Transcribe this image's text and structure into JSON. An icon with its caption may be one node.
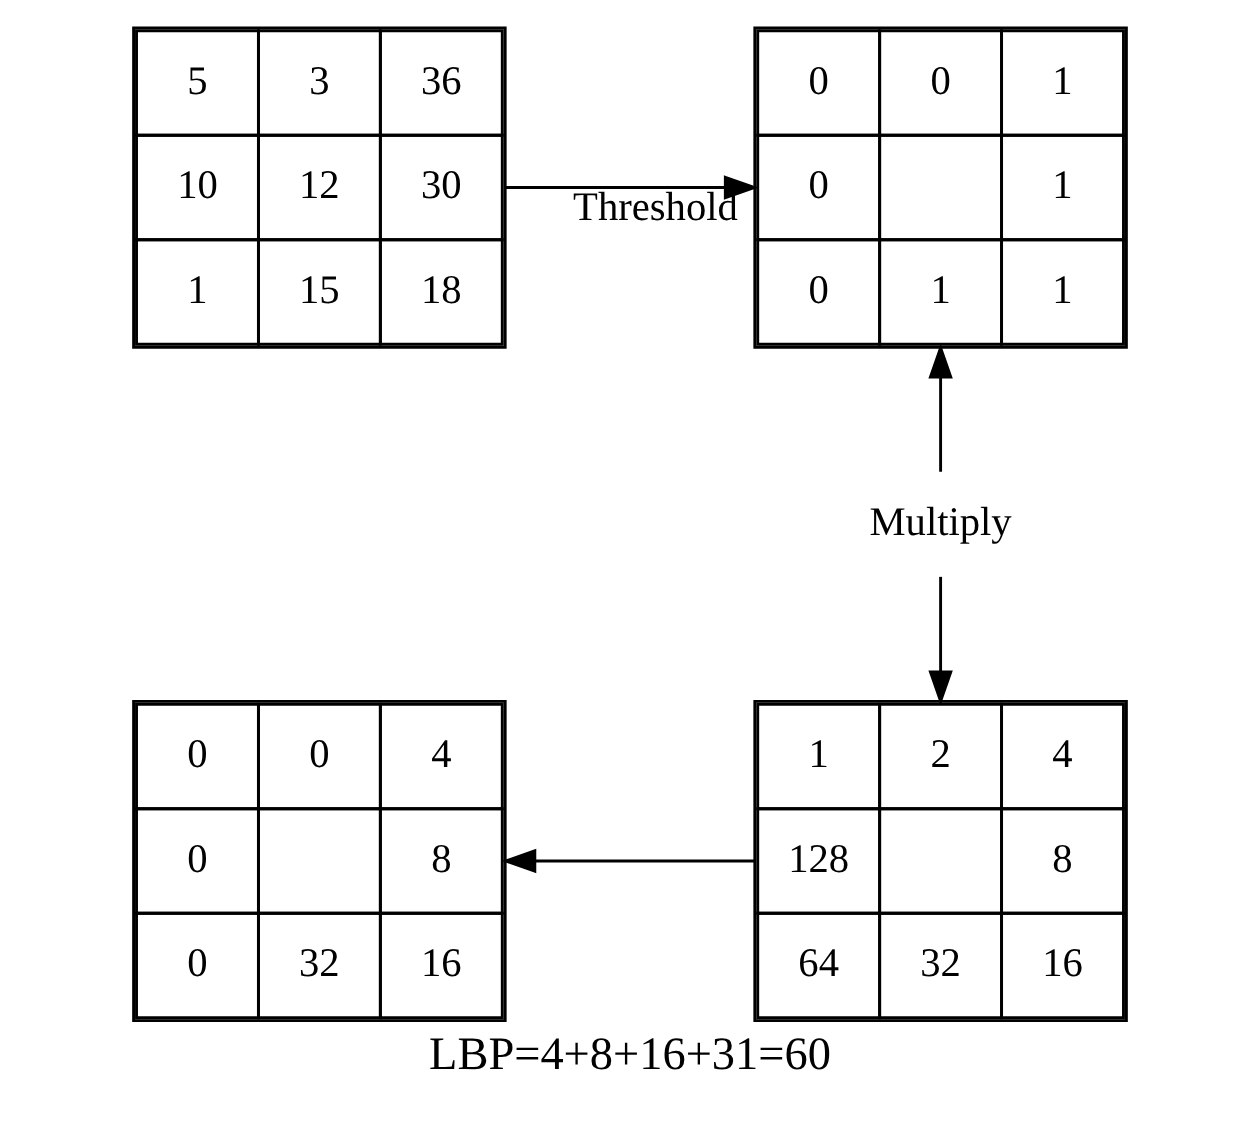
{
  "diagram": {
    "caption": "LBP=4+8+16+31=60",
    "nodes": [
      {
        "text": [
          "5",
          "3",
          "36",
          "10",
          "12",
          "30",
          "1",
          "15",
          "18"
        ]
      },
      {
        "text": [
          "0",
          "0",
          "1",
          "0",
          "1",
          "0",
          "1",
          "1"
        ]
      },
      {
        "text": [
          "Multiply"
        ]
      },
      {
        "text": [
          "0",
          "0",
          "4",
          "0",
          "8",
          "0",
          "32",
          "16"
        ]
      },
      {
        "text": [
          "1",
          "2",
          "4",
          "128",
          "8",
          "64",
          "32",
          "16"
        ]
      }
    ],
    "edges": [
      {
        "from": 0,
        "to": 1,
        "arrow": "to",
        "label": "Threshold"
      },
      {
        "from": 2,
        "to": 1,
        "arrow": "to"
      },
      {
        "from": 2,
        "to": 4,
        "arrow": "to"
      },
      {
        "from": 4,
        "to": 3,
        "arrow": "to"
      }
    ]
  }
}
